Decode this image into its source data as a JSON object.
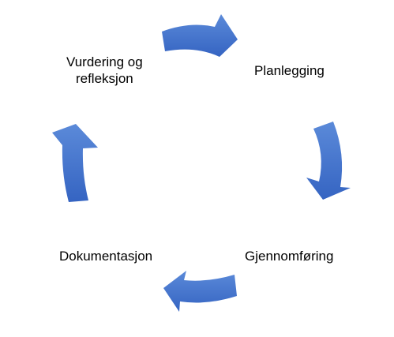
{
  "diagram": {
    "stages": [
      {
        "label": "Planlegging"
      },
      {
        "label": "Gjennomføring"
      },
      {
        "label": "Dokumentasjon"
      },
      {
        "label_lines": [
          "Vurdering og",
          "refleksjon"
        ]
      }
    ],
    "colors": {
      "arrow_fill_light": "#5b8ad9",
      "arrow_fill_dark": "#3564c2",
      "text": "#000000",
      "background": "#ffffff"
    }
  }
}
